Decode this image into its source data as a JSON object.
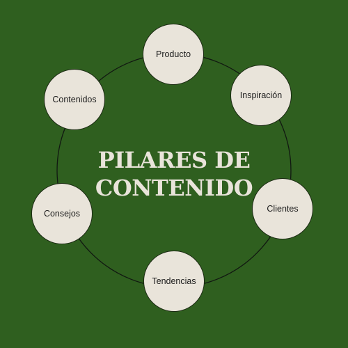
{
  "diagram": {
    "title_line1": "PILARES DE",
    "title_line2": "CONTENIDO",
    "nodes": [
      "Producto",
      "Inspiración",
      "Clientes",
      "Tendencias",
      "Consejos",
      "Contenidos"
    ]
  },
  "colors": {
    "background": "#2f5f1f",
    "node_fill": "#e9e4da",
    "ring_line": "#111811",
    "title_text": "#e9e4da"
  }
}
